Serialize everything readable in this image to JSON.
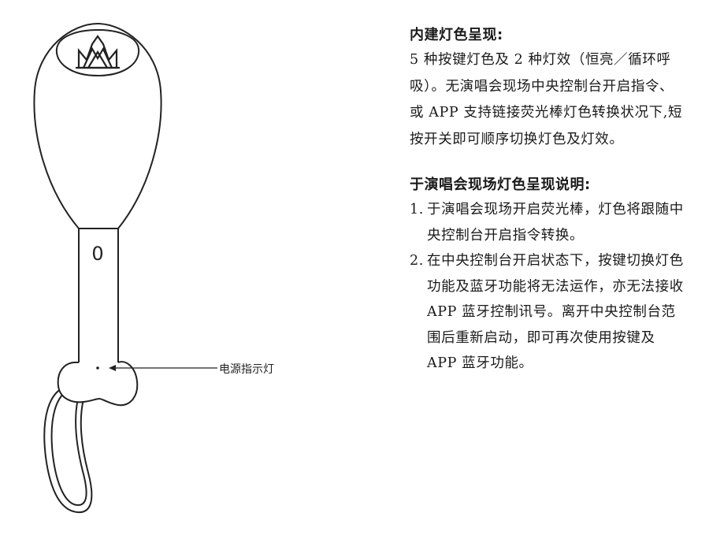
{
  "diagram": {
    "handle_number": "0",
    "callout_label": "电源指示灯"
  },
  "section1": {
    "title": "内建灯色呈现:",
    "body": "5 种按键灯色及 2 种灯效（恒亮／循环呼吸）。无演唱会现场中央控制台开启指令、或 APP 支持链接荧光棒灯色转换状况下,短按开关即可顺序切换灯色及灯效。"
  },
  "section2": {
    "title": "于演唱会现场灯色呈现说明:",
    "items": [
      {
        "num": "1.",
        "text": "于演唱会现场开启荧光棒，灯色将跟随中央控制台开启指令转换。"
      },
      {
        "num": "2.",
        "text": "在中央控制台开启状态下，按键切换灯色功能及蓝牙功能将无法运作，亦无法接收 APP 蓝牙控制讯号。离开中央控制台范围后重新启动，即可再次使用按键及 APP 蓝牙功能。"
      }
    ]
  }
}
